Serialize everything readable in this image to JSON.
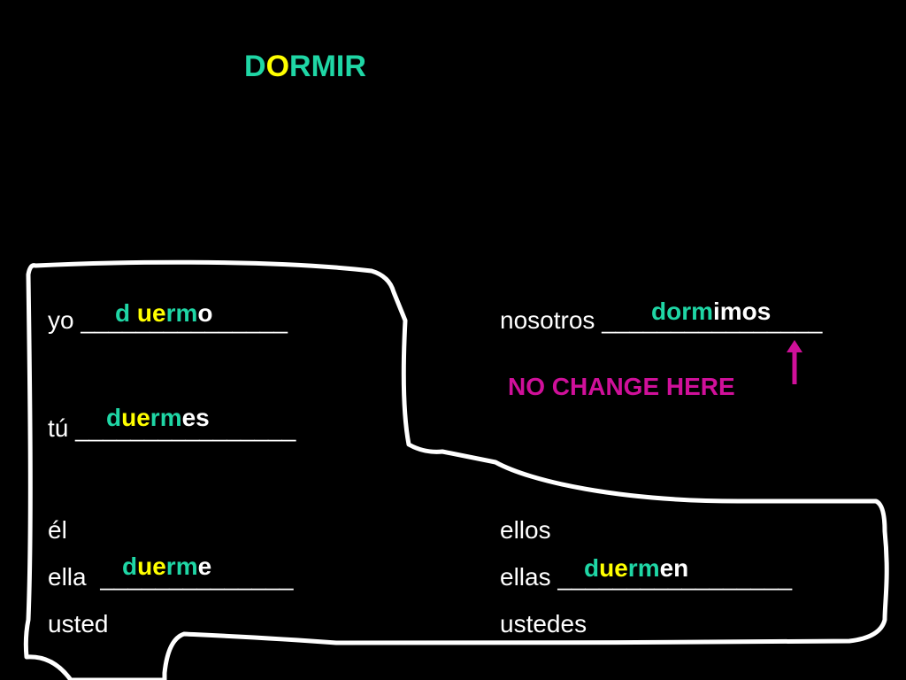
{
  "title": {
    "part1": "D",
    "part2": "O",
    "part3": "RMIR"
  },
  "rows": {
    "yo": {
      "label": "yo",
      "line": "_______________",
      "a1": "d",
      "a2": "ue",
      "a3": "rm",
      "a4": "o"
    },
    "tu": {
      "label": "tú",
      "line": "________________",
      "a1": "d",
      "a2": "ue",
      "a3": "rm",
      "a4": "es"
    },
    "el": {
      "label": "él"
    },
    "ella": {
      "label": "ella",
      "line": "______________",
      "a1": "d",
      "a2": "ue",
      "a3": "rm",
      "a4": "e"
    },
    "usted": {
      "label": "usted"
    },
    "nosotros": {
      "label": "nosotros",
      "line": "________________",
      "a1": "dorm",
      "a2": "imos"
    },
    "ellos": {
      "label": "ellos"
    },
    "ellas": {
      "label": "ellas",
      "line": "_________________",
      "a1": "d",
      "a2": "ue",
      "a3": "rm",
      "a4": "en"
    },
    "ustedes": {
      "label": "ustedes"
    }
  },
  "note": "NO CHANGE HERE",
  "icons": {
    "arrow": "up-arrow-icon"
  },
  "colors": {
    "background": "#000000",
    "stem": "#1fd6a5",
    "vowel_change": "#ffff00",
    "ending": "#ffffff",
    "note": "#d0109a",
    "outline": "#ffffff"
  }
}
